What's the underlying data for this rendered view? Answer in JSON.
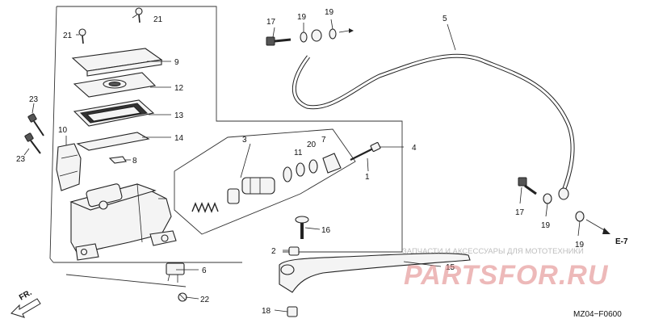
{
  "labels": {
    "p1": "1",
    "p2": "2",
    "p3": "3",
    "p4": "4",
    "p5": "5",
    "p6": "6",
    "p7": "7",
    "p8": "8",
    "p9": "9",
    "p10": "10",
    "p11": "11",
    "p12": "12",
    "p13": "13",
    "p14": "14",
    "p15": "15",
    "p16": "16",
    "p17a": "17",
    "p17b": "17",
    "p18": "18",
    "p19a": "19",
    "p19b": "19",
    "p19c": "19",
    "p20": "20",
    "p21a": "21",
    "p21b": "21",
    "p22": "22",
    "p23a": "23",
    "p23b": "23"
  },
  "ref": "E-7",
  "front": "FR.",
  "watermark_text": "ЗАПЧАСТИ И АКСЕССУАРЫ ДЛЯ МОТОТЕХНИКИ",
  "watermark_logo": "PARTSFOR.RU",
  "code": "MZ04−F0600"
}
